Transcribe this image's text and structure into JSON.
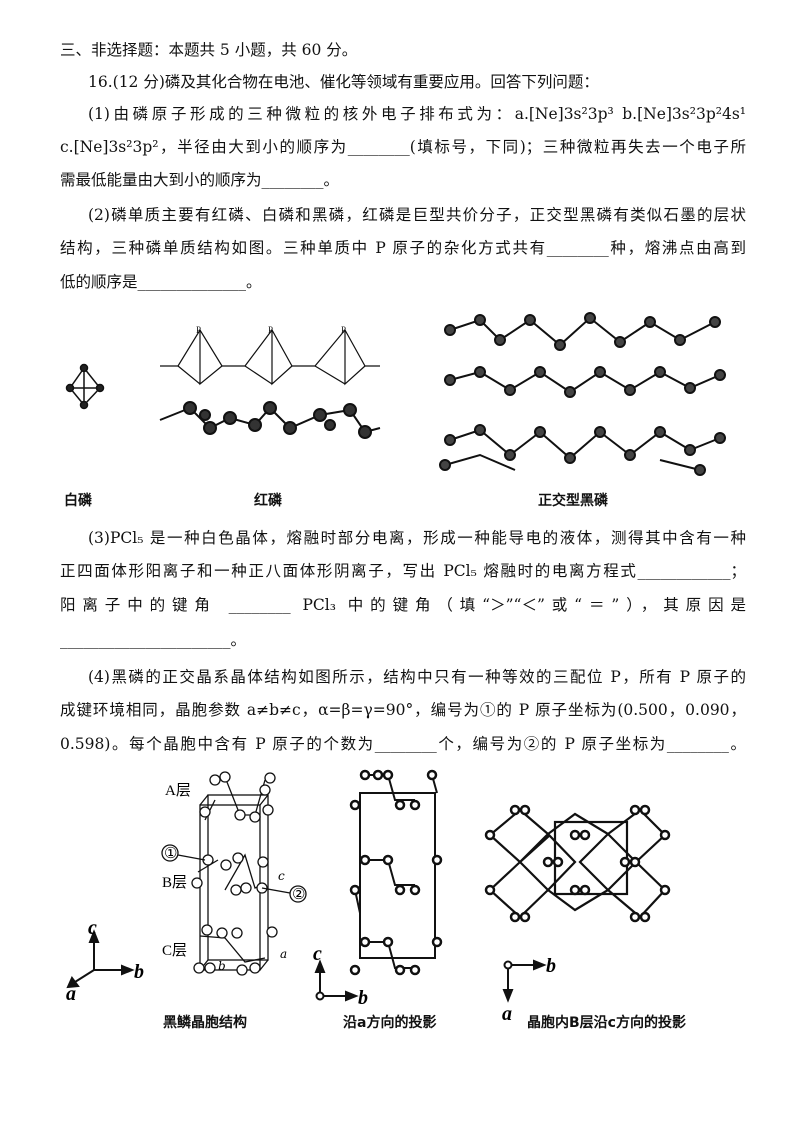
{
  "section_heading": "三、非选择题：本题共 5 小题，共 60 分。",
  "question": {
    "intro": "16.(12 分)磷及其化合物在电池、催化等领域有重要应用。回答下列问题：",
    "part1": [
      "(1)由磷原子形成的三种微粒的核外电子排布式为：a.[Ne]3s²3p³  b.[Ne]3s²3p²4s¹",
      "c.[Ne]3s²3p²，半径由大到小的顺序为________(填标号，下同)；三种微粒再失去一个电子所",
      "需最低能量由大到小的顺序为________。"
    ],
    "part2": [
      "(2)磷单质主要有红磷、白磷和黑磷，红磷是巨型共价分子，正交型黑磷有类似石墨的层状",
      "结构，三种磷单质结构如图。三种单质中 P 原子的杂化方式共有________种，熔沸点由高到",
      "低的顺序是______________。"
    ],
    "part3": [
      "(3)PCl₅ 是一种白色晶体，熔融时部分电离，形成一种能导电的液体，测得其中含有一种",
      "正四面体形阳离子和一种正八面体形阴离子，写出 PCl₅ 熔融时的电离方程式____________；",
      "阳离子中的键角 ________ PCl₃ 中的键角（填“＞”“＜”或“＝”），其原因是",
      "______________________。"
    ],
    "part4": [
      "(4)黑磷的正交晶系晶体结构如图所示，结构中只有一种等效的三配位 P，所有 P 原子的",
      "成键环境相同，晶胞参数 a≠b≠c，α=β=γ=90°，编号为①的 P 原子坐标为(0.500，0.090，",
      "0.598)。每个晶胞中含有 P 原子的个数为________个，编号为②的 P 原子坐标为________。"
    ]
  },
  "figure1": {
    "captions": [
      "白磷",
      "红磷",
      "正交型黑磷"
    ],
    "atom_label": "P"
  },
  "figure2": {
    "captions": [
      "黑鳞晶胞结构",
      "沿a方向的投影",
      "晶胞内B层沿c方向的投影"
    ],
    "layers": [
      "A层",
      "B层",
      "C层"
    ],
    "markers": [
      "①",
      "②"
    ],
    "axes": {
      "a": "a",
      "b": "b",
      "c": "c"
    }
  }
}
